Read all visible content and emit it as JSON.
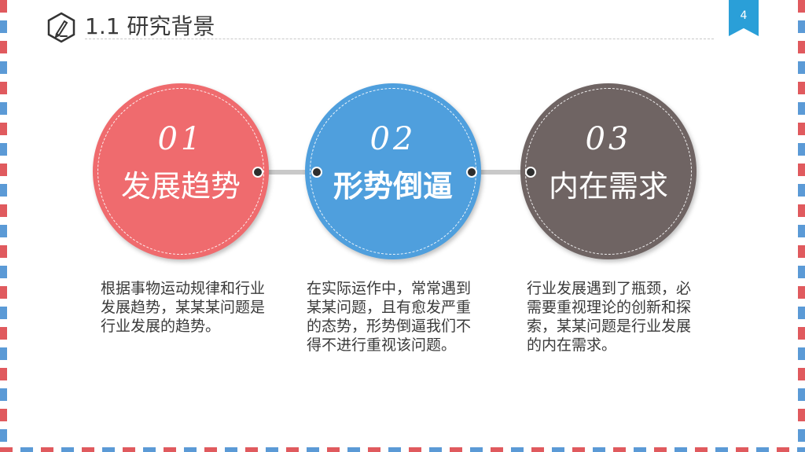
{
  "header": {
    "title": "1.1 研究背景",
    "page_number": "4"
  },
  "colors": {
    "red": "#ef6b6e",
    "blue": "#4f9fdd",
    "brown": "#6f6463",
    "badge": "#2a9fd8"
  },
  "items": [
    {
      "number": "01",
      "title": "发展趋势",
      "description": "根据事物运动规律和行业发展趋势，某某某问题是行业发展的趋势。"
    },
    {
      "number": "02",
      "title": "形势倒逼",
      "description": "在实际运作中，常常遇到某某问题，且有愈发严重的态势，形势倒逼我们不得不进行重视该问题。"
    },
    {
      "number": "03",
      "title": "内在需求",
      "description": "行业发展遇到了瓶颈，必需要重视理论的创新和探索，某某问题是行业发展的内在需求。"
    }
  ]
}
